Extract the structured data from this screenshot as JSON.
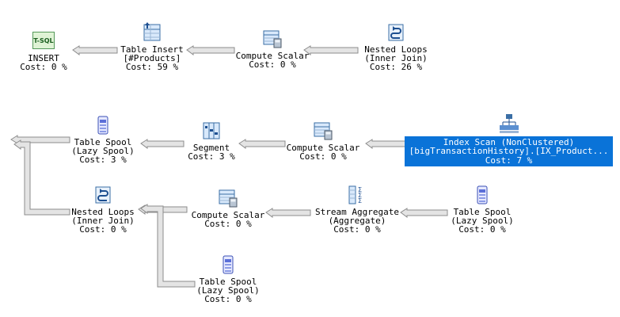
{
  "plans": [
    {
      "nodes": [
        {
          "id": "insert",
          "lines": [
            "INSERT",
            "Cost: 0 %"
          ],
          "icon": "tsql-icon",
          "icon_text": "T-SQL"
        },
        {
          "id": "table-insert",
          "lines": [
            "Table Insert",
            "[#Products]",
            "Cost: 59 %"
          ],
          "icon": "table-insert-icon"
        },
        {
          "id": "compute-scalar-1",
          "lines": [
            "Compute Scalar",
            "Cost: 0 %"
          ],
          "icon": "compute-scalar-icon"
        },
        {
          "id": "nested-loops-1",
          "lines": [
            "Nested Loops",
            "(Inner Join)",
            "Cost: 26 %"
          ],
          "icon": "nested-loops-icon"
        }
      ]
    },
    {
      "nodes": [
        {
          "id": "table-spool-1",
          "lines": [
            "Table Spool",
            "(Lazy Spool)",
            "Cost: 3 %"
          ],
          "icon": "table-spool-icon"
        },
        {
          "id": "segment",
          "lines": [
            "Segment",
            "Cost: 3 %"
          ],
          "icon": "segment-icon"
        },
        {
          "id": "compute-scalar-2",
          "lines": [
            "Compute Scalar",
            "Cost: 0 %"
          ],
          "icon": "compute-scalar-icon"
        },
        {
          "id": "index-scan",
          "lines": [
            "Index Scan (NonClustered)",
            "[bigTransactionHistory].[IX_Product...",
            "Cost: 7 %"
          ],
          "icon": "index-scan-icon",
          "selected": true
        },
        {
          "id": "nested-loops-2",
          "lines": [
            "Nested Loops",
            "(Inner Join)",
            "Cost: 0 %"
          ],
          "icon": "nested-loops-icon"
        },
        {
          "id": "compute-scalar-3",
          "lines": [
            "Compute Scalar",
            "Cost: 0 %"
          ],
          "icon": "compute-scalar-icon"
        },
        {
          "id": "stream-aggregate",
          "lines": [
            "Stream Aggregate",
            "(Aggregate)",
            "Cost: 0 %"
          ],
          "icon": "stream-aggregate-icon"
        },
        {
          "id": "table-spool-2",
          "lines": [
            "Table Spool",
            "(Lazy Spool)",
            "Cost: 0 %"
          ],
          "icon": "table-spool-icon"
        },
        {
          "id": "table-spool-3",
          "lines": [
            "Table Spool",
            "(Lazy Spool)",
            "Cost: 0 %"
          ],
          "icon": "table-spool-icon"
        }
      ]
    }
  ],
  "colors": {
    "selection": "#0a73d8",
    "arrow_fill": "#e4e4e4",
    "arrow_stroke": "#8c8c8c"
  }
}
